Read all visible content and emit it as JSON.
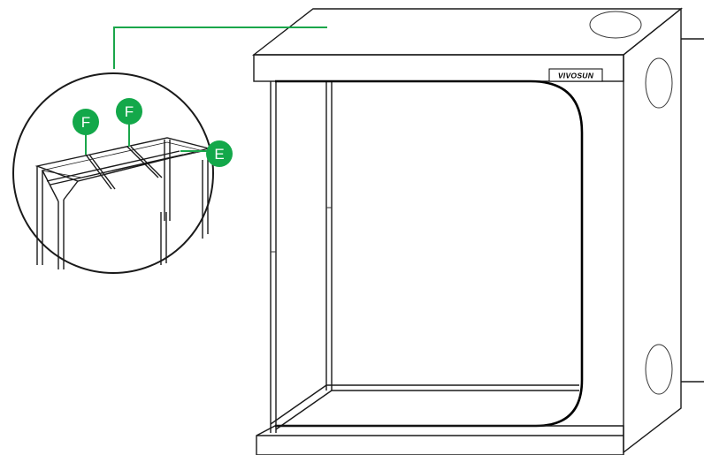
{
  "brand": {
    "name": "VIVOSUN"
  },
  "callouts": {
    "f_left": {
      "letter": "F"
    },
    "f_right": {
      "letter": "F"
    },
    "e": {
      "letter": "E"
    }
  },
  "colors": {
    "callout_green": "#13a84a",
    "outline": "#1a1a1a",
    "background": "#ffffff"
  }
}
